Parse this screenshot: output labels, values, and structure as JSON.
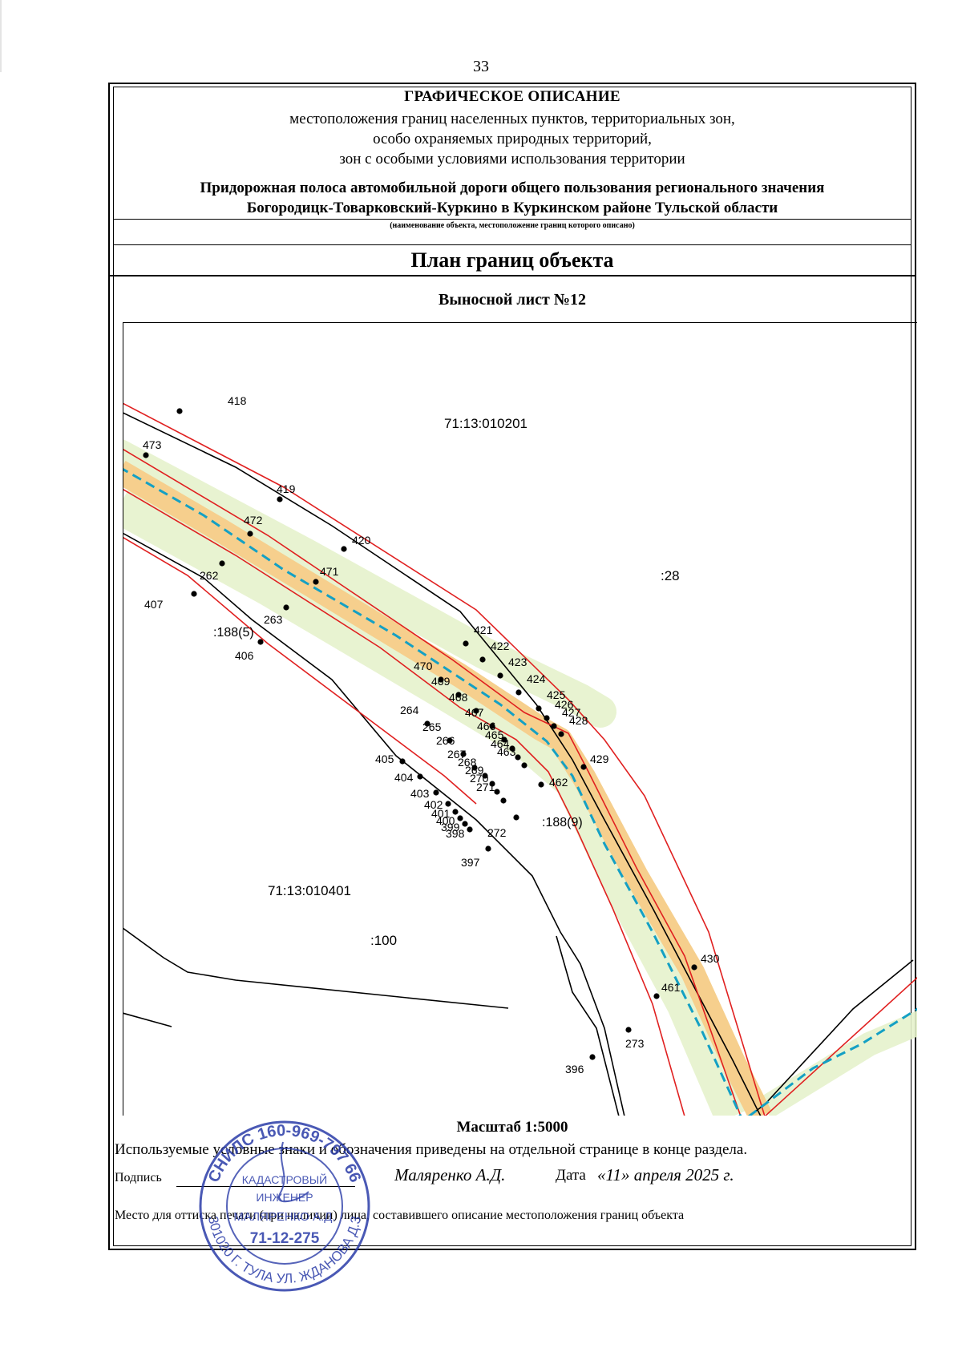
{
  "page_number": "33",
  "header": {
    "title": "ГРАФИЧЕСКОЕ ОПИСАНИЕ",
    "subtitle_lines": [
      "местоположения границ населенных пунктов, территориальных зон,",
      "особо охраняемых природных территорий,",
      "зон с особыми условиями использования территории"
    ],
    "object_name_lines": [
      "Придорожная полоса автомобильной дороги общего пользования регионального значения",
      "Богородицк-Товарковский-Куркино в Куркинском районе Тульской области"
    ],
    "object_caption": "(наименование объекта, местоположение границ которого описано)"
  },
  "plan_title": "План границ объекта",
  "sheet_title": "Выносной лист №12",
  "map": {
    "parcel_labels": [
      ":28",
      "71:13:010201",
      "71:13:010401",
      ":100",
      ":188(5)",
      ":188(9)"
    ],
    "point_labels": [
      "418",
      "473",
      "419",
      "472",
      "420",
      "262",
      "471",
      "407",
      "263",
      "406",
      "421",
      "422",
      "423",
      "424",
      "470",
      "469",
      "425",
      "468",
      "426",
      "427",
      "467",
      "428",
      "466",
      "465",
      "264",
      "464",
      "463",
      "265",
      "429",
      "266",
      "405",
      "267",
      "404",
      "268",
      "462",
      "269",
      "403",
      "270",
      "271",
      "402",
      "401",
      "400",
      "399",
      "398",
      "272",
      "397",
      "430",
      "461",
      "273",
      "396"
    ],
    "colors": {
      "boundary": "#e02020",
      "parcel": "#000000",
      "zone_fill": "#f6cf8d",
      "buffer_fill": "#e6f2cc",
      "dashed": "#14a0c4"
    }
  },
  "scale": "Масштаб 1:5000",
  "legend_note": "Используемые условные знаки и обозначения приведены на отдельной странице в конце раздела.",
  "signature": {
    "label": "Подпись",
    "signer": "Маляренко А.Д.",
    "date_label": "Дата",
    "date_value": "«11» апреля 2025 г."
  },
  "stamp_place": "Место для оттиска печати (при наличии) лица, составившего описание местоположения границ объекта",
  "stamp": {
    "snils": "СНИЛС 160-969-797 66",
    "role_line1": "КАДАСТРОВЫЙ",
    "role_line2": "ИНЖЕНЕР",
    "name": "МАЛЯРЕНКО А.Д.",
    "number": "71-12-275",
    "address": "301020 Г. ТУЛА УЛ. ЖДАНОВА Д.3"
  }
}
